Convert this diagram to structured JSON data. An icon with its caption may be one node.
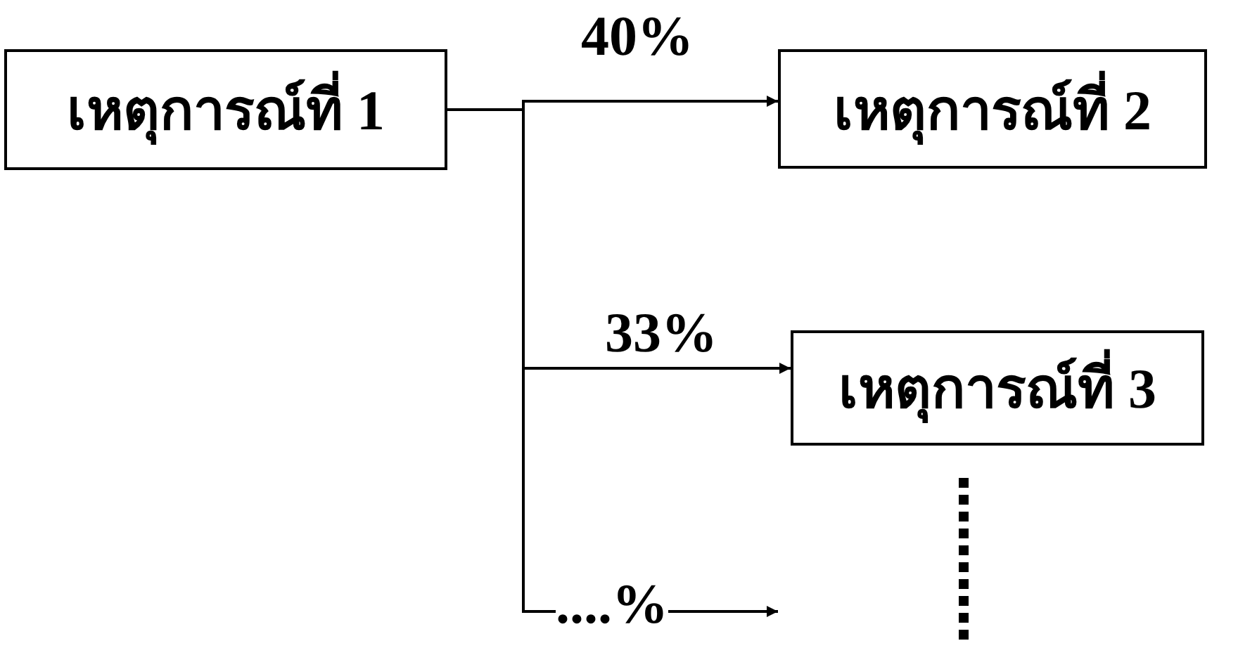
{
  "diagram": {
    "nodes": [
      {
        "text": [
          "เหตุการณ์ที่ 1"
        ]
      },
      {
        "text": [
          "เหตุการณ์ที่ 2"
        ]
      },
      {
        "text": [
          "เหตุการณ์ที่ 3"
        ]
      }
    ],
    "edges": [
      {
        "from": 0,
        "to": 1,
        "arrow": "to",
        "label": "40%"
      },
      {
        "from": 0,
        "to": 2,
        "arrow": "to",
        "label": "33%"
      },
      {
        "from": 0,
        "to": null,
        "arrow": "to",
        "label": "....%"
      }
    ]
  }
}
